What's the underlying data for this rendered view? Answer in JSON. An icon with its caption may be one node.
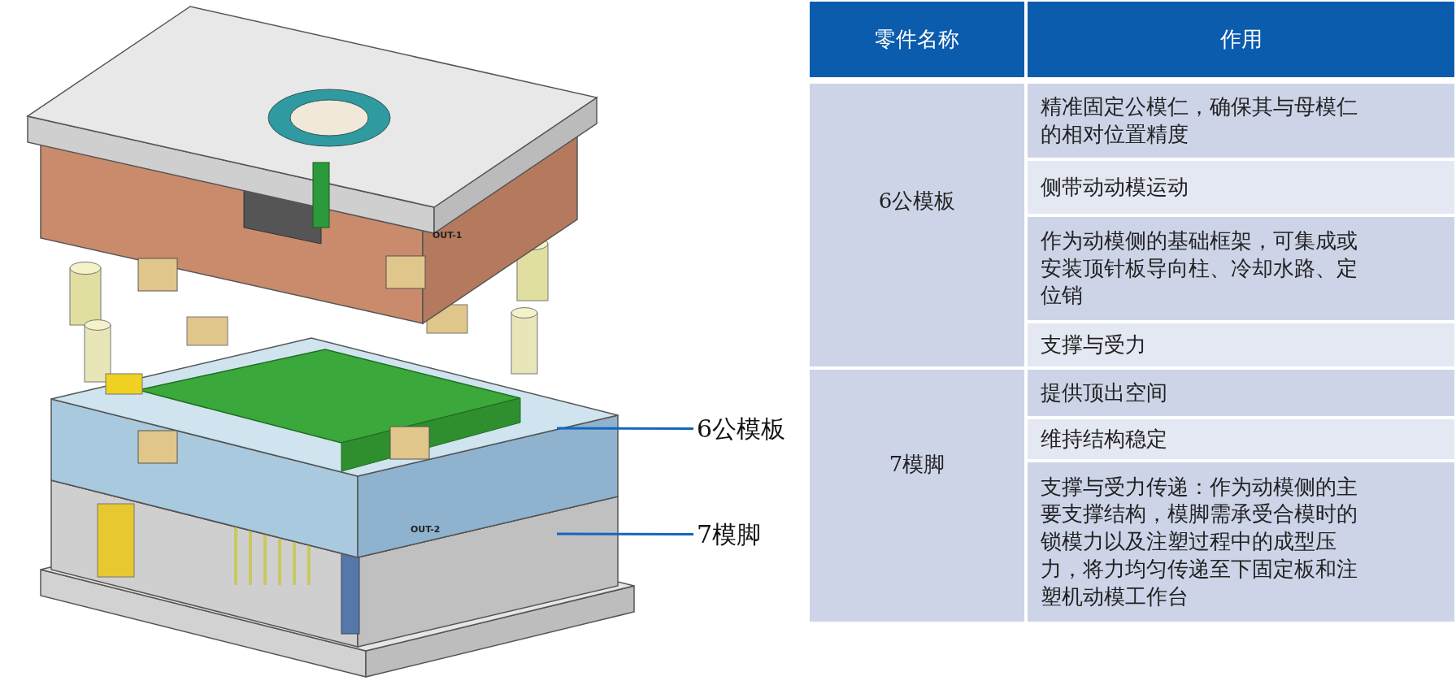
{
  "diagram": {
    "nodes": [
      {
        "text": [
          "6公模板"
        ]
      },
      {
        "text": [
          "7模脚"
        ]
      }
    ],
    "edges": [
      {
        "from": 0,
        "to": null,
        "arrow": "none"
      },
      {
        "from": 1,
        "to": null,
        "arrow": "none"
      }
    ],
    "labels": [
      "OUT-1",
      "OUT-2",
      "零件名称",
      "作用",
      "6公模板",
      "精准固定公模仁，确保其与母模仁的相对位置精度",
      "侧带动动模运动",
      "作为动模侧的基础框架，可集成或安装顶针板导向柱、冷却水路、定位销",
      "支撑与受力",
      "7模脚",
      "提供顶出空间",
      "维持结构稳定",
      "支撑与受力传递：作为动模侧的主要支撑结构，模脚需承受合模时的锁模力以及注塑过程中的成型压力，将力均匀传递至下固定板和注塑机动模工作台"
    ]
  }
}
